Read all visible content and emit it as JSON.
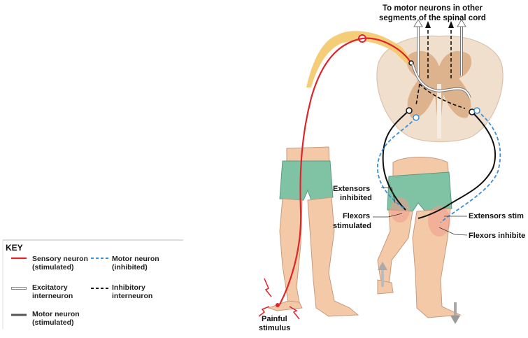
{
  "labels": {
    "top_line1": "To motor neurons in other",
    "top_line2": "segments of the spinal cord",
    "extensors_inhibited_1": "Extensors",
    "extensors_inhibited_2": "inhibited",
    "flexors_stimulated_1": "Flexors",
    "flexors_stimulated_2": "stimulated",
    "extensors_stim": "Extensors stim",
    "flexors_inhibited": "Flexors inhibite",
    "painful_1": "Painful",
    "painful_2": "stimulus"
  },
  "key": {
    "title": "KEY",
    "sensory_1": "Sensory neuron",
    "sensory_2": "(stimulated)",
    "motor_inh_1": "Motor neuron",
    "motor_inh_2": "(inhibited)",
    "excit_1": "Excitatory",
    "excit_2": "interneuron",
    "inhib_1": "Inhibitory",
    "inhib_2": "interneuron",
    "motor_stim_1": "Motor neuron",
    "motor_stim_2": "(stimulated)"
  },
  "colors": {
    "sensory": "#e0242b",
    "motor_inhibited": "#3a8fd6",
    "motor_stimulated": "#111111",
    "skin": "#f3c9a8",
    "shorts": "#7fc3a4",
    "cord": "#f0dcc8"
  }
}
